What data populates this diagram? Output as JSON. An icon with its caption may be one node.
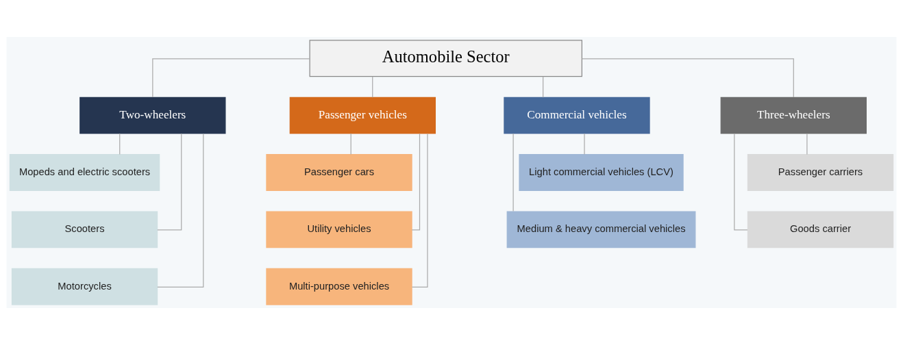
{
  "diagram": {
    "nodes": [
      {
        "text": [
          "Automobile Sector"
        ]
      },
      {
        "text": [
          "Two-wheelers"
        ]
      },
      {
        "text": [
          "Passenger vehicles"
        ]
      },
      {
        "text": [
          "Commercial vehicles"
        ]
      },
      {
        "text": [
          "Three-wheelers"
        ]
      },
      {
        "text": [
          "Mopeds and electric scooters"
        ]
      },
      {
        "text": [
          "Scooters"
        ]
      },
      {
        "text": [
          "Motorcycles"
        ]
      },
      {
        "text": [
          "Passenger cars"
        ]
      },
      {
        "text": [
          "Utility vehicles"
        ]
      },
      {
        "text": [
          "Multi-purpose vehicles"
        ]
      },
      {
        "text": [
          "Light commercial vehicles (LCV)"
        ]
      },
      {
        "text": [
          "Medium & heavy commercial vehicles"
        ]
      },
      {
        "text": [
          "Passenger carriers"
        ]
      },
      {
        "text": [
          "Goods carrier"
        ]
      }
    ],
    "edges": [
      {
        "from": 0,
        "to": 1,
        "arrow": "none"
      },
      {
        "from": 0,
        "to": 2,
        "arrow": "none"
      },
      {
        "from": 0,
        "to": 3,
        "arrow": "none"
      },
      {
        "from": 0,
        "to": 4,
        "arrow": "none"
      },
      {
        "from": 1,
        "to": 5,
        "arrow": "none"
      },
      {
        "from": 1,
        "to": 6,
        "arrow": "none"
      },
      {
        "from": 1,
        "to": 7,
        "arrow": "none"
      },
      {
        "from": 2,
        "to": 8,
        "arrow": "none"
      },
      {
        "from": 2,
        "to": 9,
        "arrow": "none"
      },
      {
        "from": 2,
        "to": 10,
        "arrow": "none"
      },
      {
        "from": 3,
        "to": 11,
        "arrow": "none"
      },
      {
        "from": 3,
        "to": 12,
        "arrow": "none"
      },
      {
        "from": 4,
        "to": 13,
        "arrow": "none"
      },
      {
        "from": 4,
        "to": 14,
        "arrow": "none"
      }
    ]
  }
}
